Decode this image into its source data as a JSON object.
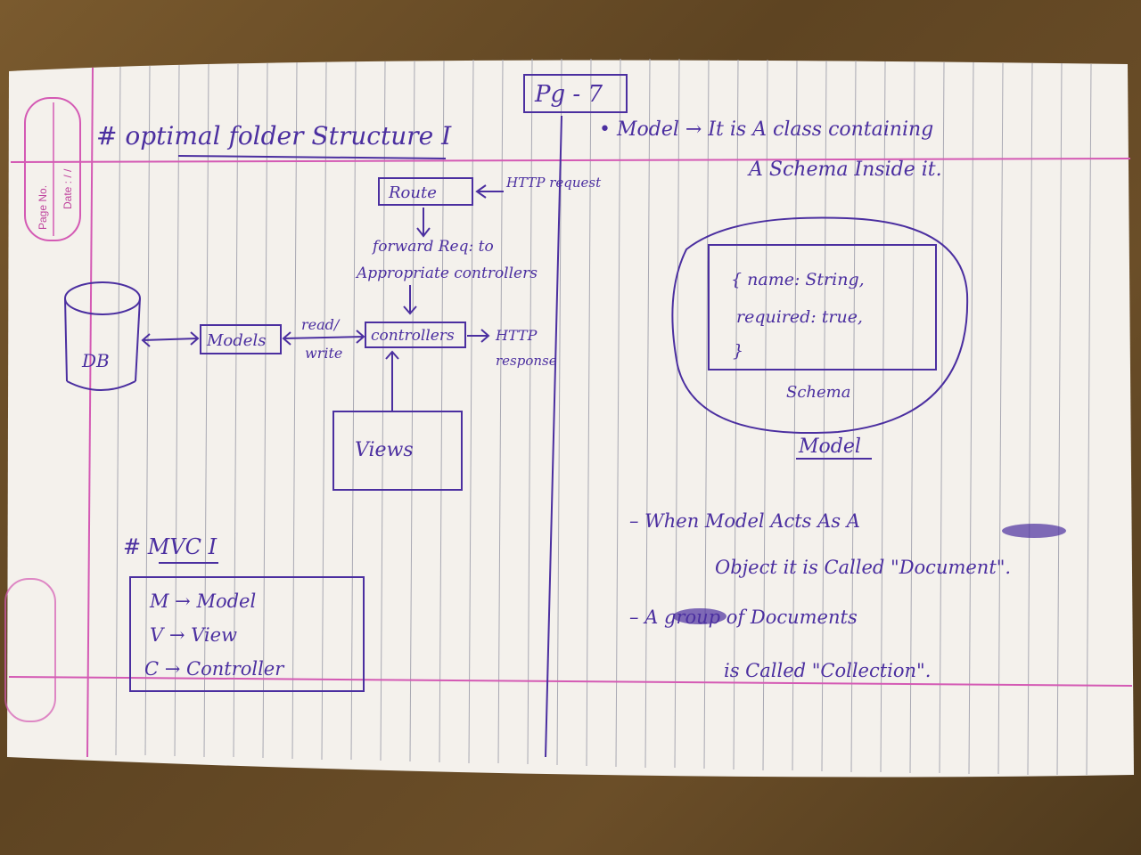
{
  "page_header": {
    "page_no_label": "Page No.",
    "date_label": "Date : / /",
    "page_number": "Pg - 7"
  },
  "left_column": {
    "heading": "# optimal folder Structure I",
    "diagram": {
      "route": "Route",
      "http_request": "HTTP request",
      "forward_label_1": "forward Req: to",
      "forward_label_2": "Appropriate controllers",
      "db": "DB",
      "models": "Models",
      "read_write_1": "read/",
      "read_write_2": "write",
      "controllers": "controllers",
      "http_response": "HTTP response",
      "views": "Views"
    },
    "mvc_heading": "# MVC I",
    "mvc_items": [
      "M → Model",
      "V → View",
      "C → Controller"
    ]
  },
  "right_column": {
    "model_def_1": "• Model → It is A class containing",
    "model_def_2": "A Schema Inside it.",
    "schema_lines": [
      "{ name: String,",
      "required: true,",
      "}"
    ],
    "schema_label": "Schema",
    "model_label": "Model",
    "note1_line1": "– When Model Acts As A",
    "note1_line2": "Object it is Called \"Document\".",
    "note2_line1": "– A group of Documents",
    "note2_line2": "is Called \"Collection\"."
  },
  "colors": {
    "paper": "#f4f1ec",
    "rule_line": "#9a9aa6",
    "margin": "#d45ab4",
    "ink": "#4b2fa0"
  }
}
